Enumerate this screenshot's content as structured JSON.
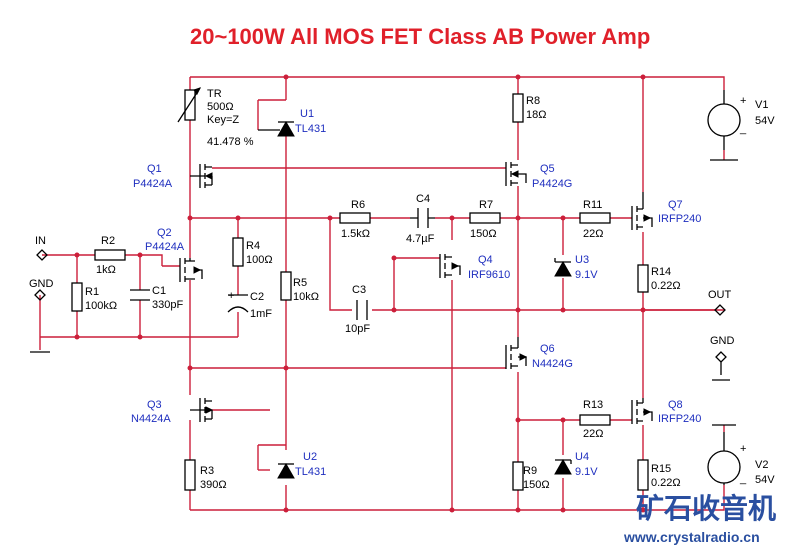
{
  "title": "20~100W All MOS FET Class AB Power Amp",
  "watermark": {
    "brand": "矿石收音机",
    "url": "www.crystalradio.cn"
  },
  "ports": {
    "in": "IN",
    "gnd_left": "GND",
    "out": "OUT",
    "gnd_right": "GND"
  },
  "components": {
    "tr": {
      "ref": "TR",
      "value": "500Ω",
      "key": "Key=Z",
      "pct": "41.478 %"
    },
    "u1": {
      "ref": "U1",
      "part": "TL431"
    },
    "u2": {
      "ref": "U2",
      "part": "TL431"
    },
    "u3": {
      "ref": "U3",
      "value": "9.1V"
    },
    "u4": {
      "ref": "U4",
      "value": "9.1V"
    },
    "q1": {
      "ref": "Q1",
      "part": "P4424A"
    },
    "q2": {
      "ref": "Q2",
      "part": "P4424A"
    },
    "q3": {
      "ref": "Q3",
      "part": "N4424A"
    },
    "q4": {
      "ref": "Q4",
      "part": "IRF9610"
    },
    "q5": {
      "ref": "Q5",
      "part": "P4424G"
    },
    "q6": {
      "ref": "Q6",
      "part": "N4424G"
    },
    "q7": {
      "ref": "Q7",
      "part": "IRFP240"
    },
    "q8": {
      "ref": "Q8",
      "part": "IRFP240"
    },
    "r1": {
      "ref": "R1",
      "value": "100kΩ"
    },
    "r2": {
      "ref": "R2",
      "value": "1kΩ"
    },
    "r3": {
      "ref": "R3",
      "value": "390Ω"
    },
    "r4": {
      "ref": "R4",
      "value": "100Ω"
    },
    "r5": {
      "ref": "R5",
      "value": "10kΩ"
    },
    "r6": {
      "ref": "R6",
      "value": "1.5kΩ"
    },
    "r7": {
      "ref": "R7",
      "value": "150Ω"
    },
    "r8": {
      "ref": "R8",
      "value": "18Ω"
    },
    "r9": {
      "ref": "R9",
      "value": "150Ω"
    },
    "r11": {
      "ref": "R11",
      "value": "22Ω"
    },
    "r13": {
      "ref": "R13",
      "value": "22Ω"
    },
    "r14": {
      "ref": "R14",
      "value": "0.22Ω"
    },
    "r15": {
      "ref": "R15",
      "value": "0.22Ω"
    },
    "c1": {
      "ref": "C1",
      "value": "330pF"
    },
    "c2": {
      "ref": "C2",
      "value": "1mF"
    },
    "c3": {
      "ref": "C3",
      "value": "10pF"
    },
    "c4": {
      "ref": "C4",
      "value": "4.7µF"
    },
    "v1": {
      "ref": "V1",
      "value": "54V"
    },
    "v2": {
      "ref": "V2",
      "value": "54V"
    }
  }
}
